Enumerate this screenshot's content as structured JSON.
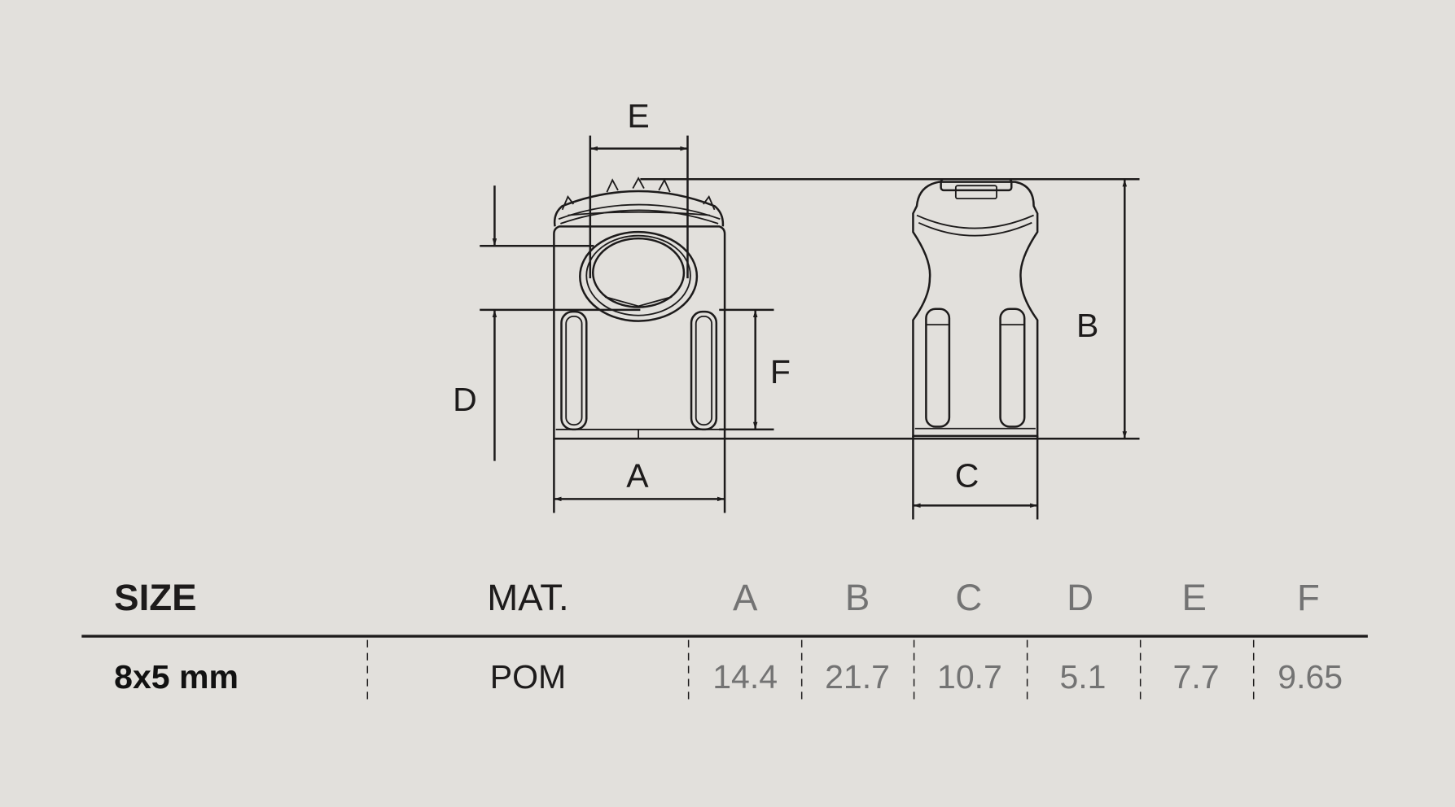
{
  "drawing": {
    "labels": {
      "A": "A",
      "B": "B",
      "C": "C",
      "D": "D",
      "E": "E",
      "F": "F"
    }
  },
  "table": {
    "headers": [
      "SIZE",
      "MAT.",
      "A",
      "B",
      "C",
      "D",
      "E",
      "F"
    ],
    "rows": [
      {
        "size": "8x5 mm",
        "material": "POM",
        "values": [
          "14.4",
          "21.7",
          "10.7",
          "5.1",
          "7.7",
          "9.65"
        ]
      }
    ]
  },
  "colors": {
    "background": "#e2e0dc",
    "line": "#1d1b1b",
    "value_text": "#737373"
  }
}
